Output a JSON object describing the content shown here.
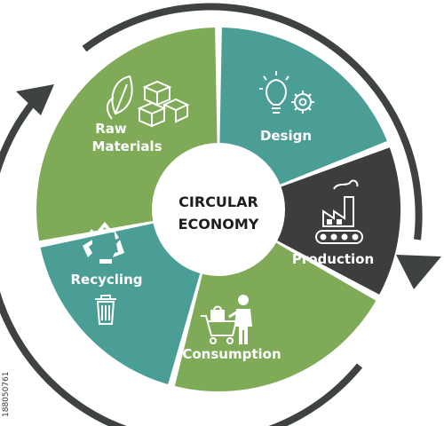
{
  "diagram": {
    "center": {
      "line1": "CIRCULAR",
      "line2": "ECONOMY"
    },
    "segments": [
      {
        "label_lines": [
          "Design"
        ],
        "color": "#4b9e95",
        "icons": [
          "lightbulb-icon",
          "gear-icon"
        ]
      },
      {
        "label_lines": [
          "Production"
        ],
        "color": "#3c3d3d",
        "icons": [
          "factory-icon",
          "conveyor-belt-icon"
        ]
      },
      {
        "label_lines": [
          "Consumption"
        ],
        "color": "#7faa58",
        "icons": [
          "shopping-cart-icon",
          "person-icon"
        ]
      },
      {
        "label_lines": [
          "Recycling"
        ],
        "color": "#4b9e95",
        "icons": [
          "recycle-icon",
          "trash-bin-icon"
        ]
      },
      {
        "label_lines": [
          "Raw",
          "Materials"
        ],
        "color": "#7faa58",
        "icons": [
          "leaf-icon",
          "boxes-icon"
        ]
      }
    ],
    "arrow_color": "#3f4243",
    "stock_id": "188050761"
  }
}
